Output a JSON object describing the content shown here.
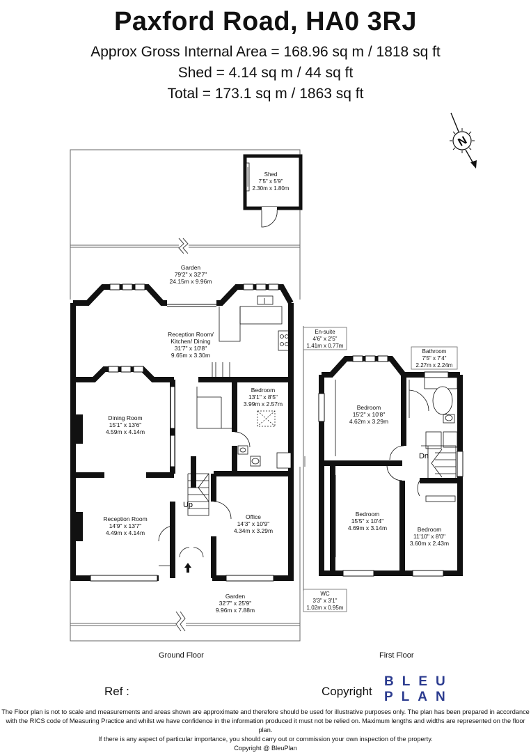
{
  "header": {
    "title": "Paxford Road, HA0 3RJ",
    "line1": "Approx Gross Internal Area = 168.96 sq m / 1818 sq ft",
    "line2": "Shed = 4.14 sq m / 44 sq ft",
    "line3": "Total = 173.1 sq m / 1863 sq ft"
  },
  "compass": {
    "letter": "N"
  },
  "rooms": {
    "shed": {
      "name": "Shed",
      "imperial": "7'5\" x 5'9\"",
      "metric": "2.30m x 1.80m"
    },
    "garden_rear": {
      "name": "Garden",
      "imperial": "79'2\" x 32'7\"",
      "metric": "24.15m x 9.96m"
    },
    "reception_kitchen": {
      "name": "Reception Room/",
      "name2": "Kitchen/ Dining",
      "imperial": "31'7\" x 10'8\"",
      "metric": "9.65m x 3.30m"
    },
    "bedroom_gf": {
      "name": "Bedroom",
      "imperial": "13'1\" x 8'5\"",
      "metric": "3.99m x 2.57m"
    },
    "dining": {
      "name": "Dining Room",
      "imperial": "15'1\" x 13'6\"",
      "metric": "4.59m x 4.14m"
    },
    "reception": {
      "name": "Reception Room",
      "imperial": "14'9\" x 13'7\"",
      "metric": "4.49m x 4.14m"
    },
    "office": {
      "name": "Office",
      "imperial": "14'3\" x 10'9\"",
      "metric": "4.34m x 3.29m"
    },
    "garden_front": {
      "name": "Garden",
      "imperial": "32'7\" x 25'9\"",
      "metric": "9.96m x 7.88m"
    },
    "ensuite": {
      "name": "En-suite",
      "imperial": "4'6\" x 2'5\"",
      "metric": "1.41m x 0.77m"
    },
    "bathroom": {
      "name": "Bathroom",
      "imperial": "7'5\" x 7'4\"",
      "metric": "2.27m x 2.24m"
    },
    "bedroom1": {
      "name": "Bedroom",
      "imperial": "15'2\" x 10'8\"",
      "metric": "4.62m x 3.29m"
    },
    "bedroom2": {
      "name": "Bedroom",
      "imperial": "15'5\" x 10'4\"",
      "metric": "4.69m x 3.14m"
    },
    "bedroom3": {
      "name": "Bedroom",
      "imperial": "11'10\" x 8'0\"",
      "metric": "3.60m x 2.43m"
    },
    "wc": {
      "name": "WC",
      "imperial": "3'3\" x 3'1\"",
      "metric": "1.02m x 0.95m"
    }
  },
  "stairs": {
    "up": "Up",
    "down": "Dn"
  },
  "floors": {
    "ground": "Ground Floor",
    "first": "First Floor"
  },
  "footer": {
    "ref": "Ref :",
    "copyright": "Copyright",
    "logo_top": "BLEU",
    "logo_bottom": "PLAN",
    "logo_color": "#2b3b8f",
    "disclaimer1": "The Floor plan is not to scale and measurements and areas shown are approximate and therefore should be used for illustrative purposes only. The plan has been prepared in accordance",
    "disclaimer2": "with the RICS code of Measuring Practice and whilst we have confidence in the information produced it must not be relied on. Maximum lengths and widths are represented on the floor plan.",
    "disclaimer3": "If there is any aspect of particular importance, you should carry out or commission your own inspection of the property.",
    "disclaimer4": "Copyright @ BleuPlan"
  }
}
